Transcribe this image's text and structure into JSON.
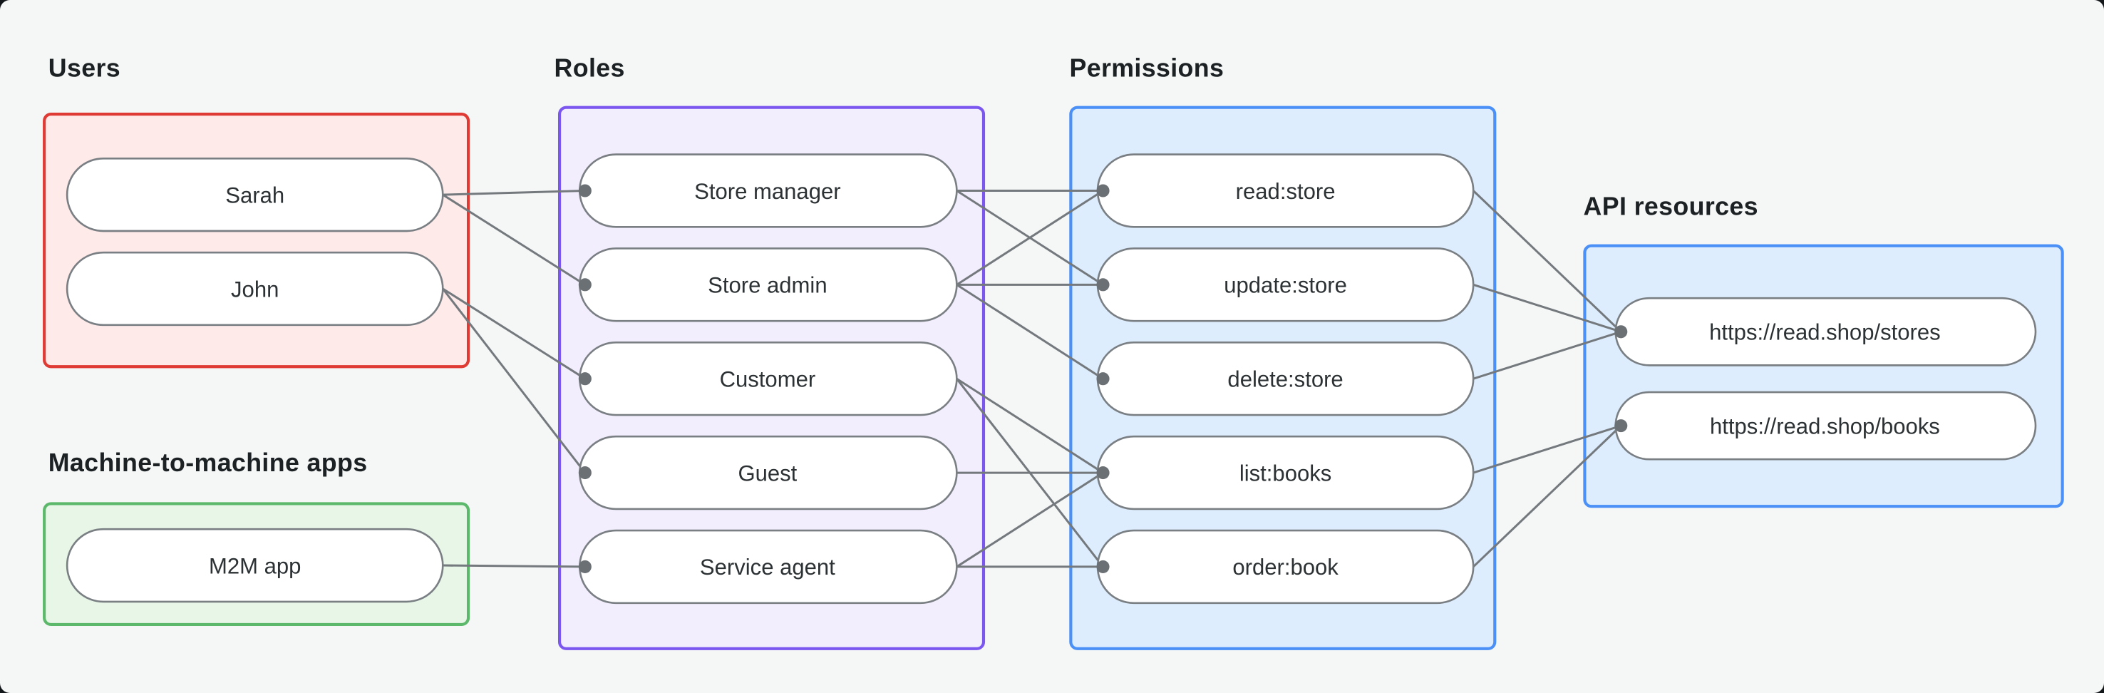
{
  "canvas": {
    "background": "#f5f6f6",
    "outside_background": "#14171a"
  },
  "style": {
    "node_fill": "#ffffff",
    "node_border": "#7a7f84",
    "node_text": "#2c3134",
    "edge_color": "#74797e",
    "dot_color": "#6b7075",
    "label_color": "#1c2124"
  },
  "sections": {
    "users": {
      "title": "Users",
      "accent": "#df3a34",
      "fill": "#fdeae9",
      "nodes": [
        {
          "label": "Sarah"
        },
        {
          "label": "John"
        }
      ]
    },
    "m2m": {
      "title": "Machine-to-machine apps",
      "accent": "#5cb96b",
      "fill": "#e7f6e7",
      "nodes": [
        {
          "label": "M2M app"
        }
      ]
    },
    "roles": {
      "title": "Roles",
      "accent": "#7b57f0",
      "fill": "#f3eefd",
      "nodes": [
        {
          "label": "Store manager"
        },
        {
          "label": "Store admin"
        },
        {
          "label": "Customer"
        },
        {
          "label": "Guest"
        },
        {
          "label": "Service agent"
        }
      ]
    },
    "permissions": {
      "title": "Permissions",
      "accent": "#4a90f6",
      "fill": "#ddedfd",
      "nodes": [
        {
          "label": "read:store"
        },
        {
          "label": "update:store"
        },
        {
          "label": "delete:store"
        },
        {
          "label": "list:books"
        },
        {
          "label": "order:book"
        }
      ]
    },
    "api_resources": {
      "title": "API resources",
      "accent": "#4a90f6",
      "fill": "#ddedfd",
      "nodes": [
        {
          "label": "https://read.shop/stores"
        },
        {
          "label": "https://read.shop/books"
        }
      ]
    }
  },
  "edges": [
    {
      "from": "Sarah",
      "to": "Store manager"
    },
    {
      "from": "Sarah",
      "to": "Store admin"
    },
    {
      "from": "John",
      "to": "Customer"
    },
    {
      "from": "John",
      "to": "Guest"
    },
    {
      "from": "M2M app",
      "to": "Service agent"
    },
    {
      "from": "Store manager",
      "to": "read:store"
    },
    {
      "from": "Store manager",
      "to": "update:store"
    },
    {
      "from": "Store admin",
      "to": "read:store"
    },
    {
      "from": "Store admin",
      "to": "update:store"
    },
    {
      "from": "Store admin",
      "to": "delete:store"
    },
    {
      "from": "Customer",
      "to": "list:books"
    },
    {
      "from": "Customer",
      "to": "order:book"
    },
    {
      "from": "Guest",
      "to": "list:books"
    },
    {
      "from": "Service agent",
      "to": "list:books"
    },
    {
      "from": "Service agent",
      "to": "order:book"
    },
    {
      "from": "read:store",
      "to": "https://read.shop/stores"
    },
    {
      "from": "update:store",
      "to": "https://read.shop/stores"
    },
    {
      "from": "delete:store",
      "to": "https://read.shop/stores"
    },
    {
      "from": "list:books",
      "to": "https://read.shop/books"
    },
    {
      "from": "order:book",
      "to": "https://read.shop/books"
    }
  ]
}
